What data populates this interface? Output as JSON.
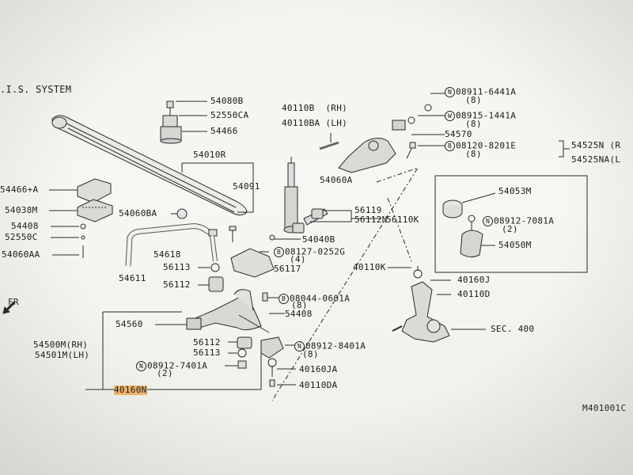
{
  "header": {
    "system_title": ".I.S. SYSTEM"
  },
  "diagram_code": "M401001C",
  "labels": {
    "p54080B": "54080B",
    "p52550CA": "52550CA",
    "p54466": "54466",
    "p54010R": "54010R",
    "p54091": "54091",
    "p54466A": "54466+A",
    "p54038M": "54038M",
    "p54408a": "54408",
    "p52550C": "52550C",
    "p54060AA": "54060AA",
    "p54060BA": "54060BA",
    "p54618": "54618",
    "p54611": "54611",
    "p56113a": "56113",
    "p56112a": "56112",
    "p54560": "54560",
    "p54500M": "54500M(RH)",
    "p54501M": "54501M(LH)",
    "p08912_7401A": "08912-7401A",
    "q2a": "(2)",
    "p40160N": "40160N",
    "p56112b": "56112",
    "p56113b": "56113",
    "p40110B": "40110B  (RH)",
    "p40110BA": "40110BA (LH)",
    "p54060A": "54060A",
    "p56119": "56119",
    "p56112N": "56112N",
    "p56110K": "56110K",
    "p54040B": "54040B",
    "p08127": "08127-0252G",
    "q4": "(4)",
    "p56117": "56117",
    "p08044": "08044-0601A",
    "q8a": "(8)",
    "p54408b": "54408",
    "p08912_8401A": "08912-8401A",
    "q8b": "(8)",
    "p40160JA": "40160JA",
    "p40110DA": "40110DA",
    "p08911": "08911-6441A",
    "q8c": "(8)",
    "p08915": "08915-1441A",
    "q8d": "(8)",
    "p54570": "54570",
    "p08120": "08120-8201E",
    "q8e": "(8)",
    "p54525N": "54525N (R",
    "p54525NA": "54525NA(L",
    "p54053M": "54053M",
    "p08912_7081A": "08912-7081A",
    "q2b": "(2)",
    "p54050M": "54050M",
    "p40110K": "40110K",
    "p40160J": "40160J",
    "p40110D": "40110D",
    "pSEC400": "SEC. 400",
    "pFR": "FR"
  },
  "markers": {
    "N": "N",
    "W": "W",
    "B": "B"
  },
  "colors": {
    "highlight": "#f5b56b",
    "line": "#222222"
  }
}
